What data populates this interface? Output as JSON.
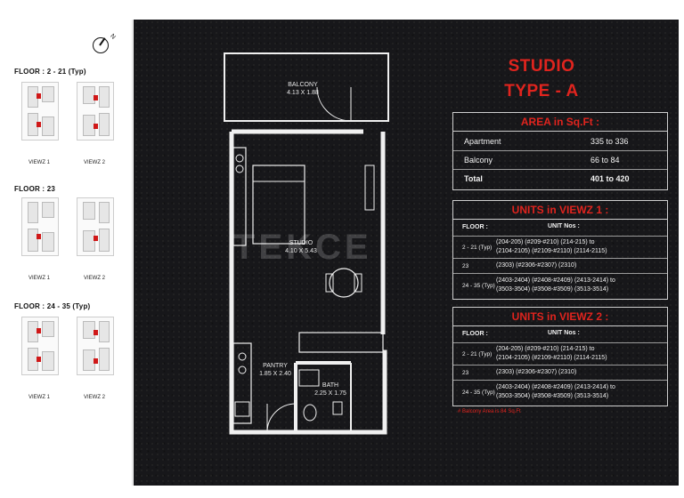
{
  "compass": {
    "symbol": "N"
  },
  "floors": [
    {
      "label": "FLOOR : 2 - 21 (Typ)",
      "viewz": [
        "VIEWZ 1",
        "VIEWZ 2"
      ]
    },
    {
      "label": "FLOOR : 23",
      "viewz": [
        "VIEWZ 1",
        "VIEWZ 2"
      ]
    },
    {
      "label": "FLOOR : 24 - 35 (Typ)",
      "viewz": [
        "VIEWZ 1",
        "VIEWZ 2"
      ]
    }
  ],
  "plan": {
    "balcony_name": "BALCONY",
    "balcony_size": "4.13 X 1.88",
    "studio_name": "STUDIO",
    "studio_size": "4.10 X 5.43",
    "pantry_name": "PANTRY",
    "pantry_size": "1.85 X 2.40",
    "bath_name": "BATH",
    "bath_size": "2.25 X 1.75"
  },
  "watermark": "TEKCE",
  "heading": {
    "line1": "STUDIO",
    "line2": "TYPE - A"
  },
  "area": {
    "title": "AREA in Sq.Ft :",
    "rows": [
      {
        "label": "Apartment",
        "value": "335 to 336"
      },
      {
        "label": "Balcony",
        "value": "66 to 84"
      },
      {
        "label": "Total",
        "value": "401 to 420"
      }
    ]
  },
  "viewz1": {
    "title": "UNITS in VIEWZ 1 :",
    "header": {
      "floor": "FLOOR :",
      "units": "UNIT Nos :"
    },
    "rows": [
      {
        "floor": "2 - 21 (Typ)",
        "units": "(204-205) (#209-#210) (214-215) to\n(2104-2105) (#2109-#2110) (2114-2115)"
      },
      {
        "floor": "23",
        "units": "(2303) (#2306-#2307) (2310)"
      },
      {
        "floor": "24 - 35 (Typ)",
        "units": "(2403-2404) (#2408-#2409) (2413-2414) to\n(3503-3504) (#3508-#3509) (3513-3514)"
      }
    ]
  },
  "viewz2": {
    "title": "UNITS in VIEWZ 2 :",
    "header": {
      "floor": "FLOOR :",
      "units": "UNIT Nos :"
    },
    "rows": [
      {
        "floor": "2 - 21 (Typ)",
        "units": "(204-205) (#209-#210) (214-215) to\n(2104-2105) (#2109-#2110) (2114-2115)"
      },
      {
        "floor": "23",
        "units": "(2303) (#2306-#2307) (2310)"
      },
      {
        "floor": "24 - 35 (Typ)",
        "units": "(2403-2404) (#2408-#2409) (2413-2414) to\n(3503-3504) (#3508-#3509) (3513-3514)"
      }
    ]
  },
  "footnote": "# Balcony Area is 84 Sq.Ft"
}
